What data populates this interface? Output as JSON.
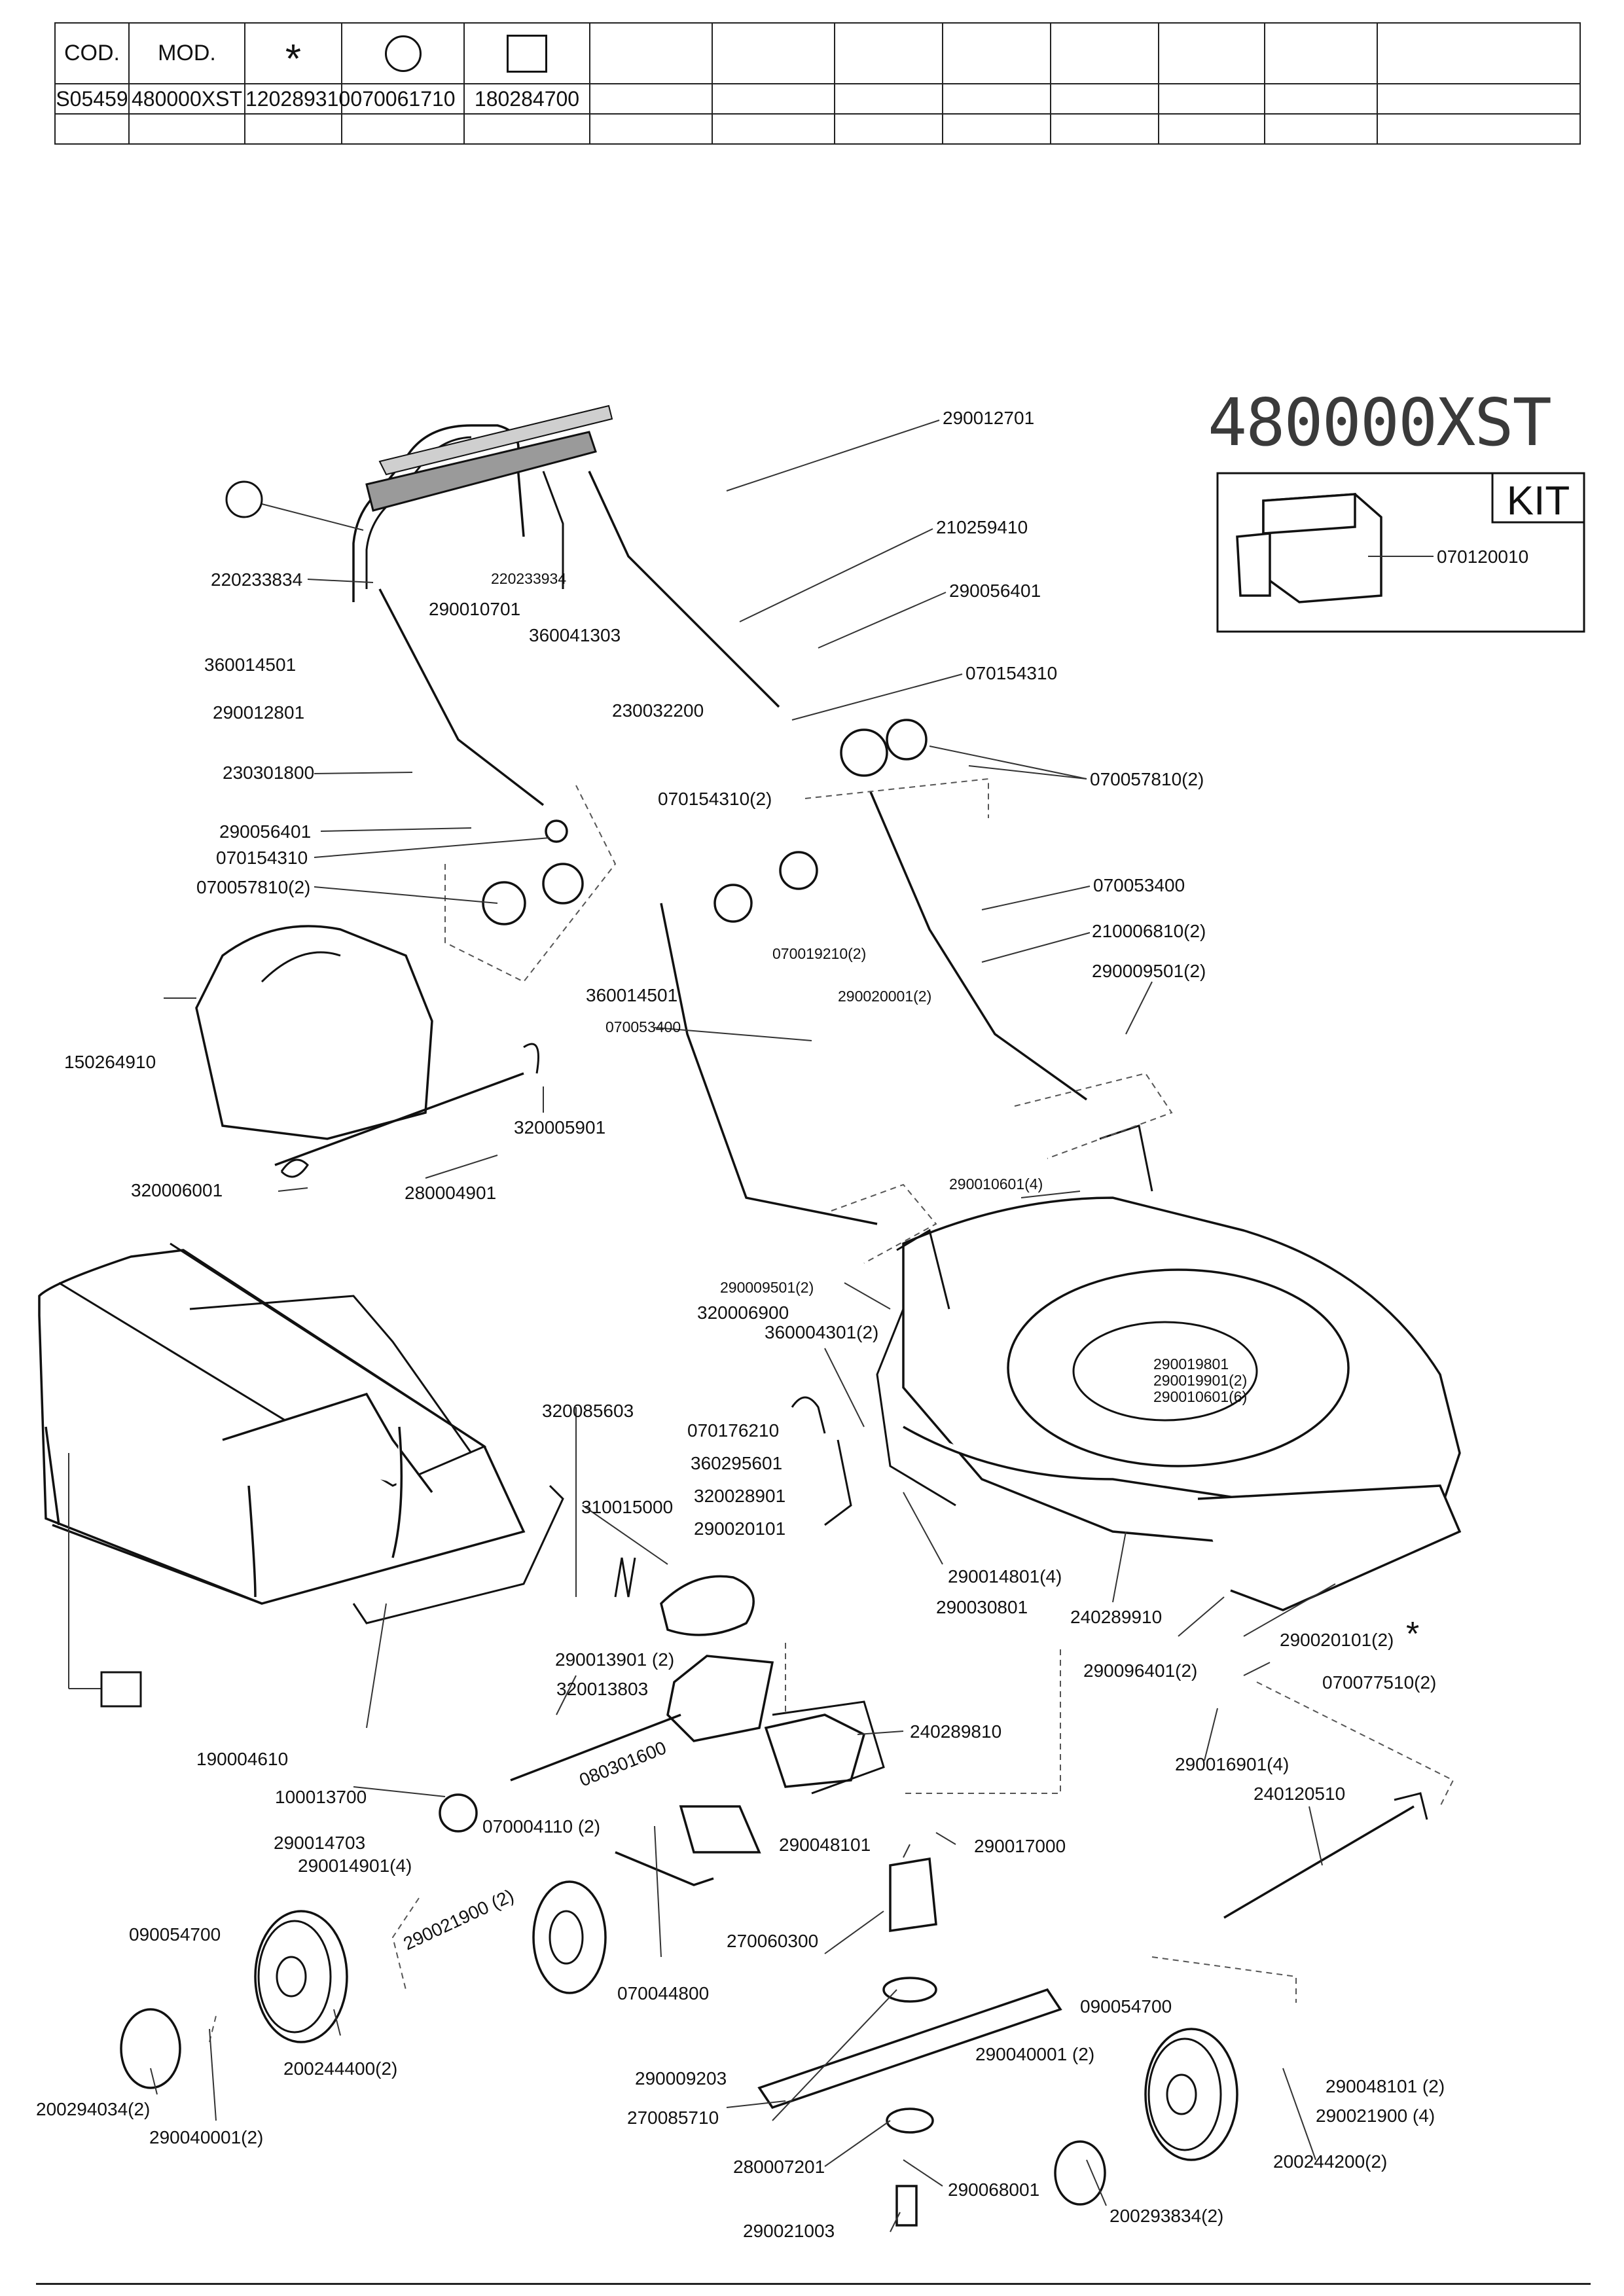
{
  "table": {
    "headers": [
      "COD.",
      "MOD.",
      "*",
      "circle",
      "square",
      "",
      "",
      "",
      "",
      "",
      "",
      "",
      ""
    ],
    "header_symbols": {
      "col3": "asterisk-symbol",
      "col4": "circle-symbol",
      "col5": "square-symbol"
    },
    "rows": [
      [
        "S05459",
        "480000XST",
        "120289310",
        "070061710",
        "180284700",
        "",
        "",
        "",
        "",
        "",
        "",
        "",
        ""
      ],
      [
        "",
        "",
        "",
        "",
        "",
        "",
        "",
        "",
        "",
        "",
        "",
        "",
        ""
      ]
    ]
  },
  "model_title": "480000XST",
  "kit": {
    "label": "KIT",
    "part": "070120010"
  },
  "labels": {
    "p290012701": "290012701",
    "p210259410": "210259410",
    "p290056401a": "290056401",
    "p070154310a": "070154310",
    "p070057810_2a": "070057810(2)",
    "p220233834": "220233834",
    "p220233934": "220233934",
    "p290010701": "290010701",
    "p360041303": "360041303",
    "p360014501a": "360014501",
    "p290012801": "290012801",
    "p230032200": "230032200",
    "p230301800": "230301800",
    "p070154310_2": "070154310(2)",
    "p290056401b": "290056401",
    "p070154310b": "070154310",
    "p070057810_2b": "070057810(2)",
    "p070053400a": "070053400",
    "p210006810_2": "210006810(2)",
    "p070019210_2": "070019210(2)",
    "p290020001_2": "290020001(2)",
    "p290009501_2a": "290009501(2)",
    "p360014501b": "360014501",
    "p070053400b": "070053400",
    "p150264910": "150264910",
    "p320005901": "320005901",
    "p320006001": "320006001",
    "p280004901": "280004901",
    "p290010601_4": "290010601(4)",
    "p290009501_2b": "290009501(2)",
    "p320006900": "320006900",
    "p360004301_2": "360004301(2)",
    "p290019801": "290019801",
    "p290019901_2": "290019901(2)",
    "p290010601_6": "290010601(6)",
    "p320085603": "320085603",
    "p070176210": "070176210",
    "p360295601": "360295601",
    "p310015000": "310015000",
    "p320028901": "320028901",
    "p290020101": "290020101",
    "p290014801_4": "290014801(4)",
    "p290030801": "290030801",
    "p240289910": "240289910",
    "p290020101_2": "290020101(2)",
    "p290096401_2": "290096401(2)",
    "p070077510_2": "070077510(2)",
    "p290013901_2": "290013901 (2)",
    "p320013803": "320013803",
    "p190004610": "190004610",
    "p080301600": "080301600",
    "p240289810": "240289810",
    "p290016901_4": "290016901(4)",
    "p240120510": "240120510",
    "p100013700": "100013700",
    "p290014703": "290014703",
    "p290014901_4": "290014901(4)",
    "p070004110_2": "070004110 (2)",
    "p290048101": "290048101",
    "p290017000": "290017000",
    "p090054700a": "090054700",
    "p290021900_2": "290021900 (2)",
    "p270060300": "270060300",
    "p070044800": "070044800",
    "p200244400_2": "200244400(2)",
    "p090054700b": "090054700",
    "p290040001_2a": "290040001 (2)",
    "p290009203": "290009203",
    "p290048101_2": "290048101 (2)",
    "p290021900_4": "290021900 (4)",
    "p200294034_2": "200294034(2)",
    "p290040001_2b": "290040001(2)",
    "p270085710": "270085710",
    "p280007201": "280007201",
    "p290068001": "290068001",
    "p200244200_2": "200244200(2)",
    "p290021003": "290021003",
    "p200293834_2": "200293834(2)"
  }
}
